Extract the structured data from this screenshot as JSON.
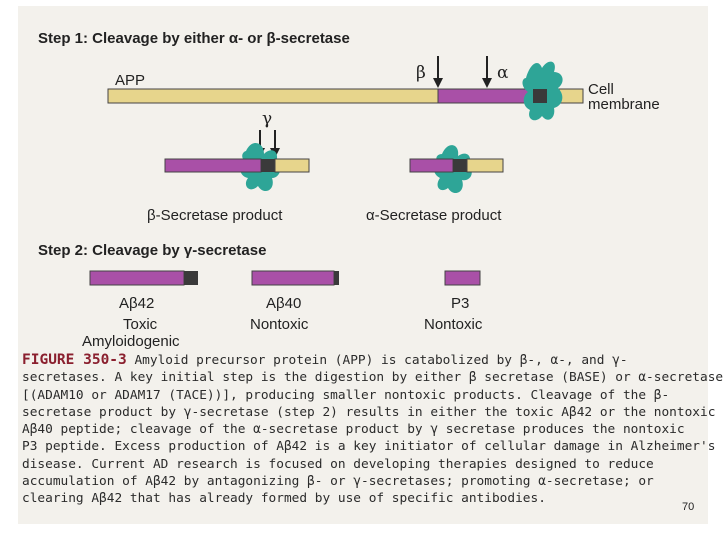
{
  "figure": {
    "step1_title": "Step 1: Cleavage by either α- or β-secretase",
    "app_label": "APP",
    "beta_symbol": "β",
    "alpha_symbol": "α",
    "gamma_symbol": "γ",
    "membrane_label_line1": "Cell",
    "membrane_label_line2": "membrane",
    "beta_product_label": "β-Secretase product",
    "alpha_product_label": "α-Secretase product",
    "step2_title": "Step 2: Cleavage by γ-secretase",
    "products": [
      {
        "name": "Aβ42",
        "line1": "Toxic",
        "line2": "Amyloidogenic"
      },
      {
        "name": "Aβ40",
        "line1": "Nontoxic",
        "line2": ""
      },
      {
        "name": "P3",
        "line1": "Nontoxic",
        "line2": ""
      }
    ],
    "colors": {
      "tan": "#e7d58c",
      "purple": "#a950a7",
      "dark": "#3a3a3a",
      "enzyme": "#2ea597",
      "caption_label": "#8a1f2e"
    }
  },
  "caption": {
    "label": "FIGURE 350-3",
    "lines": [
      " Amyloid precursor protein (APP) is catabolized by β-, α-, and γ-",
      "secretases. A key initial step is the digestion by either β secretase (BASE) or α-secretase",
      "[(ADAM10 or ADAM17 (TACE))], producing smaller nontoxic products. Cleavage of the β-",
      "secretase product by γ-secretase (step 2) results in either the toxic Aβ42 or the nontoxic",
      "Aβ40 peptide; cleavage of the α-secretase product by γ secretase produces the nontoxic",
      "P3 peptide. Excess production of Aβ42 is a key initiator of cellular damage in Alzheimer's",
      "disease. Current AD research is focused on developing therapies designed to reduce",
      "accumulation of Aβ42 by antagonizing β- or γ-secretases; promoting α-secretase; or",
      "clearing Aβ42 that has already formed by use of specific antibodies."
    ]
  },
  "page_number": "70"
}
